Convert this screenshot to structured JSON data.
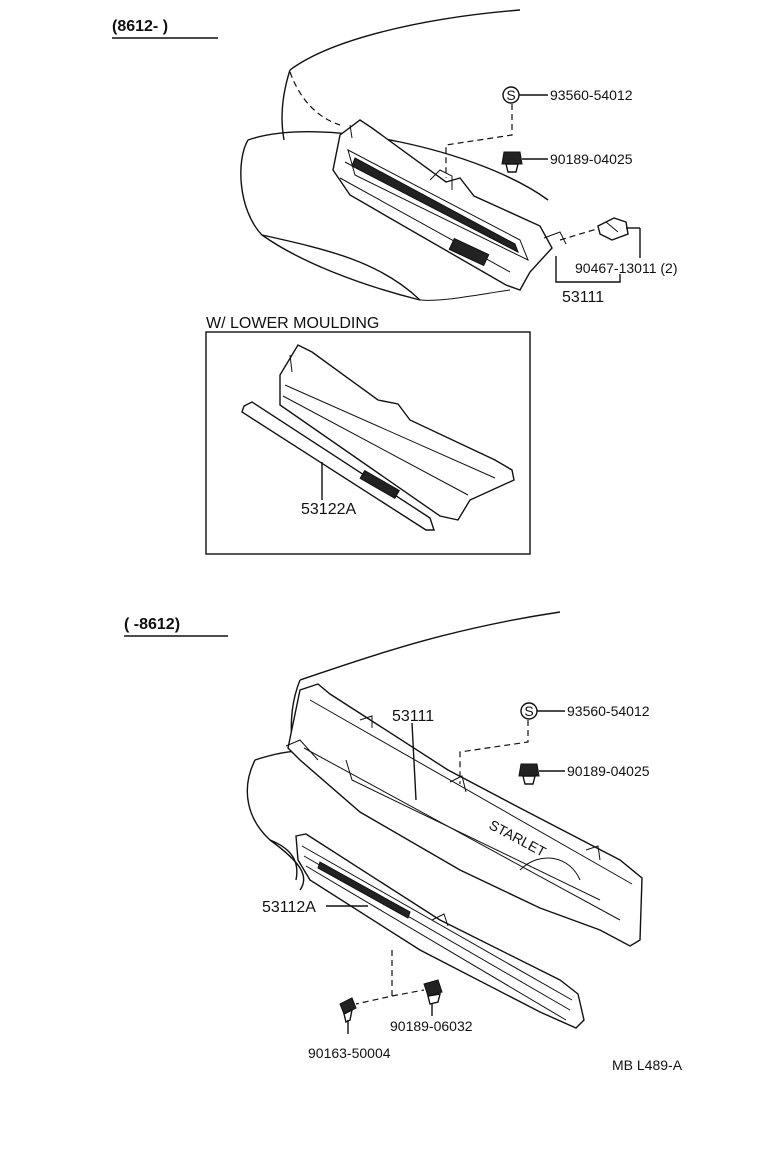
{
  "sections": {
    "top": {
      "range_label": "(8612-        )"
    },
    "bottom": {
      "range_label": "(        -8612)"
    }
  },
  "inset": {
    "title": "W/ LOWER  MOULDING"
  },
  "parts": {
    "top_clip_s": "93560-54012",
    "top_nut": "90189-04025",
    "top_clip_side": "90467-13011 (2)",
    "top_grille": "53111",
    "inset_moulding": "53122A",
    "bottom_grille": "53111",
    "bottom_clip_s": "93560-54012",
    "bottom_nut": "90189-04025",
    "bottom_lower_grille": "53112A",
    "bottom_nut_lower": "90189-06032",
    "bottom_screw": "90163-50004"
  },
  "symbols": {
    "s_mark": "S"
  },
  "grille_emblem": "STARLET",
  "footer": {
    "code": "MB  L489-A"
  }
}
